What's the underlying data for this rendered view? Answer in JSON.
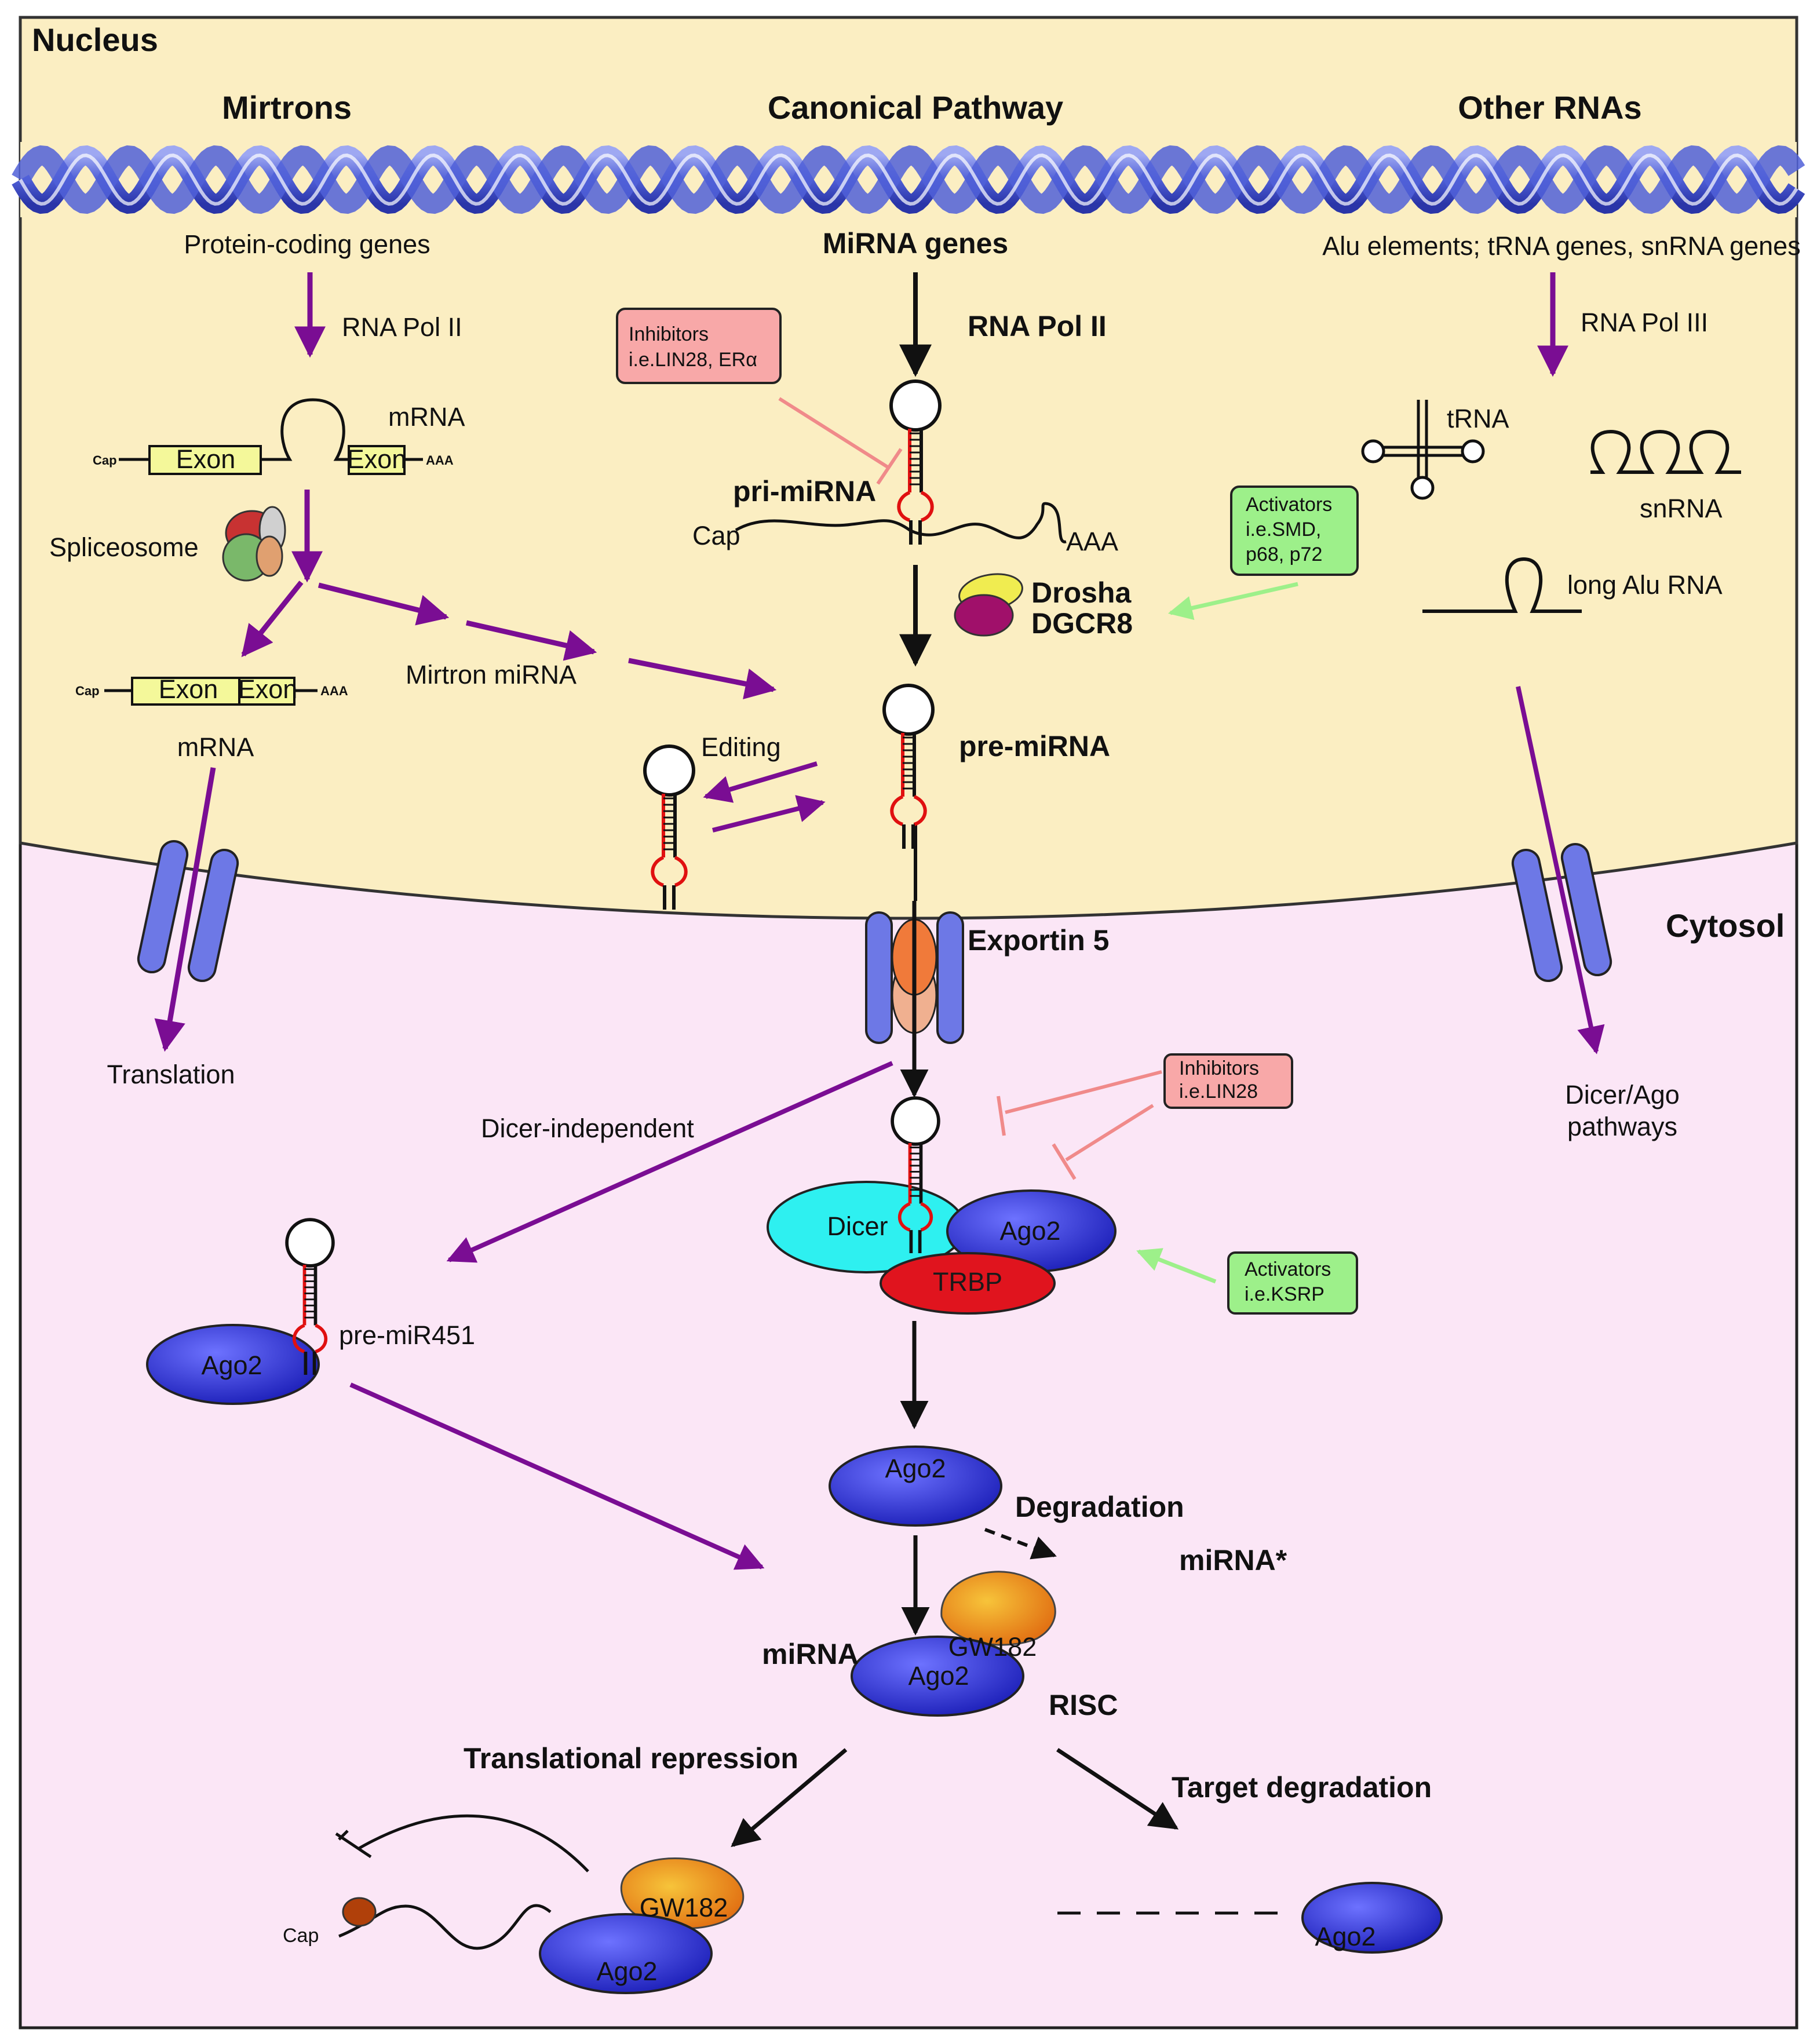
{
  "compartments": {
    "nucleus": "Nucleus",
    "cytosol": "Cytosol"
  },
  "pathways": {
    "mirtrons": "Mirtrons",
    "canonical": "Canonical Pathway",
    "other": "Other RNAs"
  },
  "labels": {
    "protein_coding_genes": "Protein-coding genes",
    "rna_pol_ii_left": "RNA Pol II",
    "mrna_top": "mRNA",
    "exon": "Exon",
    "cap": "Cap",
    "aaa": "AAA",
    "spliceosome": "Spliceosome",
    "mrna_bottom": "mRNA",
    "mirtron_mirna": "Mirtron miRNA",
    "translation": "Translation",
    "dicer_independent": "Dicer-independent",
    "pre_mir451": "pre-miR451",
    "mirna_genes": "MiRNA genes",
    "rna_pol_ii_center": "RNA Pol II",
    "pri_mirna": "pri-miRNA",
    "drosha": "Drosha",
    "dgcr8": "DGCR8",
    "pre_mirna": "pre-miRNA",
    "editing": "Editing",
    "exportin5": "Exportin 5",
    "dicer": "Dicer",
    "ago2": "Ago2",
    "trbp": "TRBP",
    "degradation": "Degradation",
    "mirna_star": "miRNA*",
    "mirna": "miRNA",
    "gw182": "GW182",
    "risc": "RISC",
    "translational_repression": "Translational repression",
    "target_degradation": "Target degradation",
    "other_genes": "Alu elements; tRNA genes, snRNA genes",
    "rna_pol_iii": "RNA Pol III",
    "trna": "tRNA",
    "snrna": "snRNA",
    "long_alu_rna": "long Alu RNA",
    "dicer_ago_line1": "Dicer/Ago",
    "dicer_ago_line2": "pathways"
  },
  "boxes": {
    "inhibitors_top": [
      "Inhibitors",
      "i.e.LIN28, ERα"
    ],
    "activators_top": [
      "Activators",
      "i.e.SMD,",
      "p68, p72"
    ],
    "inhibitors_mid": [
      "Inhibitors",
      "i.e.LIN28"
    ],
    "activators_mid": [
      "Activators",
      "i.e.KSRP"
    ]
  },
  "colors": {
    "nucleus_fill": "#fbeec2",
    "cytosol_fill": "#fbe6f6",
    "dna_blue": "#4f5fd6",
    "purple_arrow": "#7a0d93",
    "inhibitor_box": "#f8a8a8",
    "activator_box": "#9df08a",
    "ago2_blue": "#2b2fd8",
    "dicer_cyan": "#2ef0f0",
    "trbp_red": "#e0141e",
    "gw182_orange": "#f0a020",
    "drosha_purple": "#a0106a",
    "hairpin_red": "#e01010"
  }
}
